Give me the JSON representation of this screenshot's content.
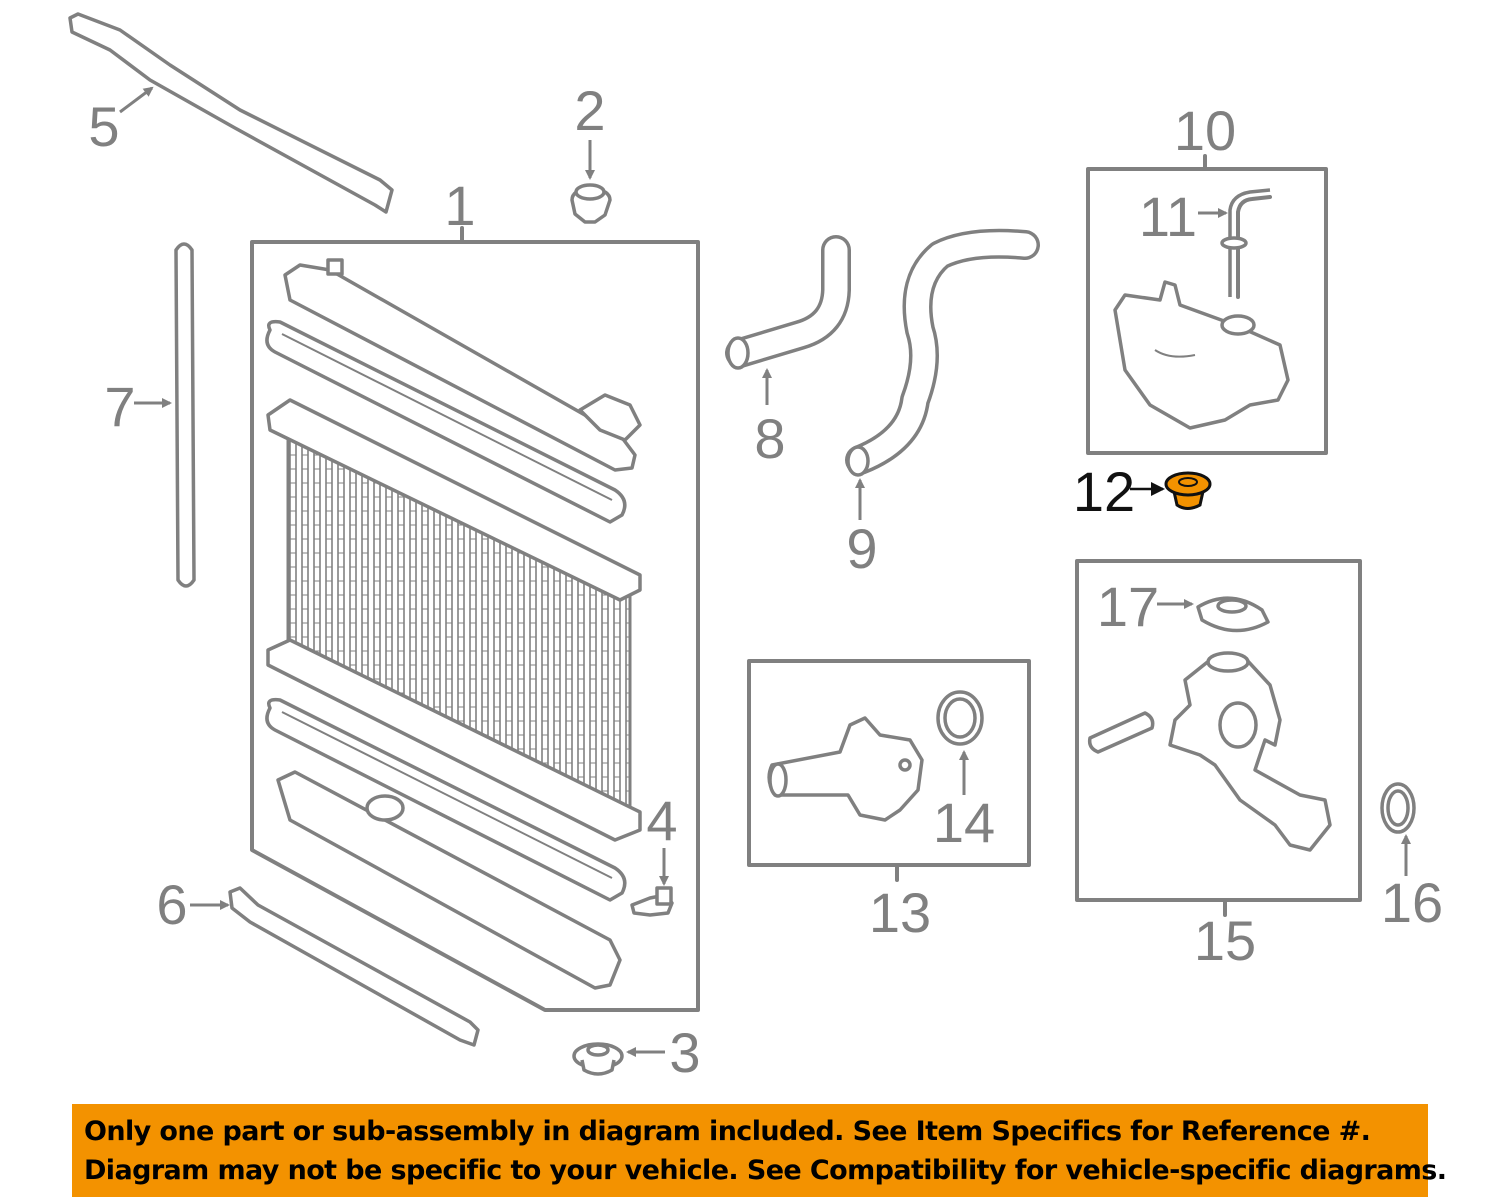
{
  "diagram": {
    "callouts": {
      "c1": "1",
      "c2": "2",
      "c3": "3",
      "c4": "4",
      "c5": "5",
      "c6": "6",
      "c7": "7",
      "c8": "8",
      "c9": "9",
      "c10": "10",
      "c11": "11",
      "c12": "12",
      "c13": "13",
      "c14": "14",
      "c15": "15",
      "c16": "16",
      "c17": "17"
    },
    "highlighted_part": "12",
    "colors": {
      "line": "#808080",
      "highlight": "#F39200",
      "banner": "#F39200"
    }
  },
  "banner": {
    "line1": "Only one part or sub-assembly in diagram included. See Item Specifics for Reference #.",
    "line2": "Diagram may not be specific to your vehicle. See Compatibility for vehicle-specific diagrams."
  }
}
